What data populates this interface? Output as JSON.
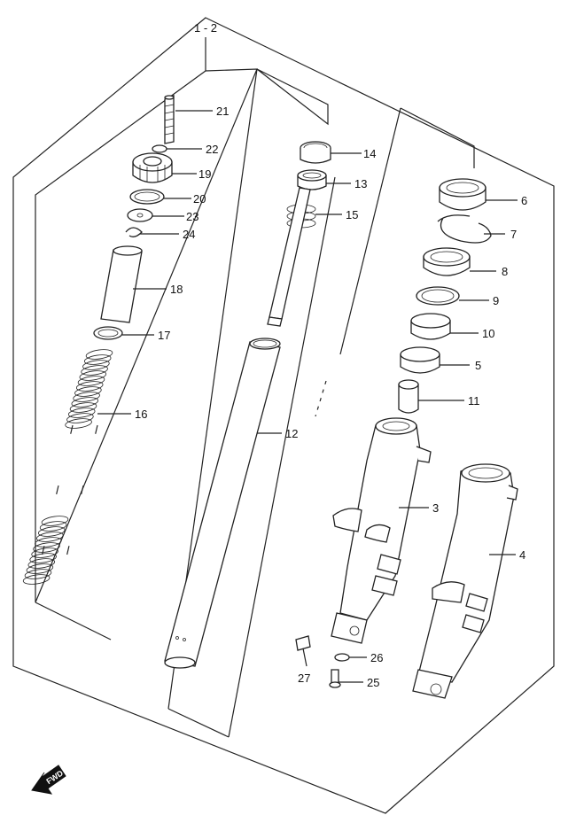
{
  "assembly_label": "1 - 2",
  "fwd_label": "FWD",
  "labels": [
    {
      "id": "3",
      "text": "3"
    },
    {
      "id": "4",
      "text": "4"
    },
    {
      "id": "5",
      "text": "5"
    },
    {
      "id": "6",
      "text": "6"
    },
    {
      "id": "7",
      "text": "7"
    },
    {
      "id": "8",
      "text": "8"
    },
    {
      "id": "9",
      "text": "9"
    },
    {
      "id": "10",
      "text": "10"
    },
    {
      "id": "11",
      "text": "11"
    },
    {
      "id": "12",
      "text": "12"
    },
    {
      "id": "13",
      "text": "13"
    },
    {
      "id": "14",
      "text": "14"
    },
    {
      "id": "15",
      "text": "15"
    },
    {
      "id": "16",
      "text": "16"
    },
    {
      "id": "17",
      "text": "17"
    },
    {
      "id": "18",
      "text": "18"
    },
    {
      "id": "19",
      "text": "19"
    },
    {
      "id": "20",
      "text": "20"
    },
    {
      "id": "21",
      "text": "21"
    },
    {
      "id": "22",
      "text": "22"
    },
    {
      "id": "23",
      "text": "23"
    },
    {
      "id": "24",
      "text": "24"
    },
    {
      "id": "25",
      "text": "25"
    },
    {
      "id": "26",
      "text": "26"
    },
    {
      "id": "27",
      "text": "27"
    }
  ]
}
